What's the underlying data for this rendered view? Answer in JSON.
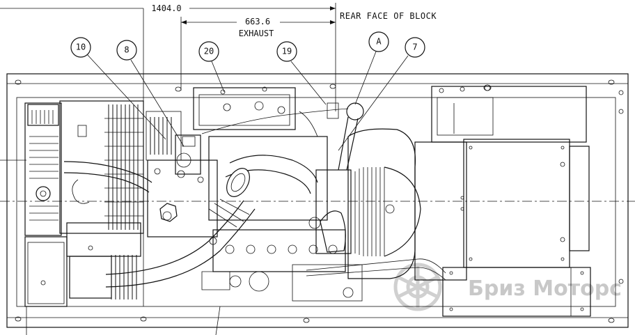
{
  "dimensions": {
    "overall": "1404.0",
    "exhaust_value": "663.6",
    "exhaust_label": "EXHAUST"
  },
  "reference_label": "REAR FACE OF BLOCK",
  "balloons": [
    "10",
    "8",
    "20",
    "19",
    "A",
    "7"
  ],
  "watermark": {
    "text": "Бриз Моторс",
    "color": "#c8c8c8"
  }
}
